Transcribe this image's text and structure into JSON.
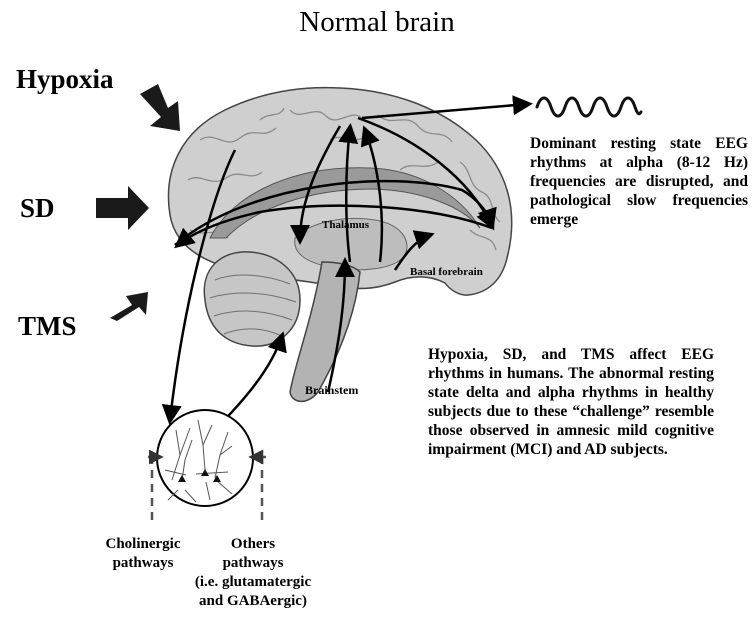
{
  "title": "Normal brain",
  "challenges": {
    "hypoxia": "Hypoxia",
    "sd": "SD",
    "tms": "TMS"
  },
  "structures": {
    "thalamus": "Thalamus",
    "basal_forebrain": "Basal forebrain",
    "brainstem": "Brainstem"
  },
  "eeg_description": "Dominant resting state EEG rhythms at alpha (8-12 Hz) frequencies are disrupted, and pathological slow frequencies emerge",
  "summary": "Hypoxia, SD, and TMS affect EEG rhythms in humans. The abnormal resting state delta and alpha rhythms in healthy subjects due to these “challenge” resemble those observed in amnesic mild cognitive impairment (MCI) and AD subjects.",
  "pathways": {
    "cholinergic": "Cholinergic pathways",
    "others_line1": "Others",
    "others_line2": "pathways",
    "others_line3": "(i.e. glutamatergic",
    "others_line4": "and GABAergic)"
  },
  "colors": {
    "brain_fill": "#cfcfcf",
    "brain_dark": "#7a7a7a",
    "dashed": "#555555"
  }
}
